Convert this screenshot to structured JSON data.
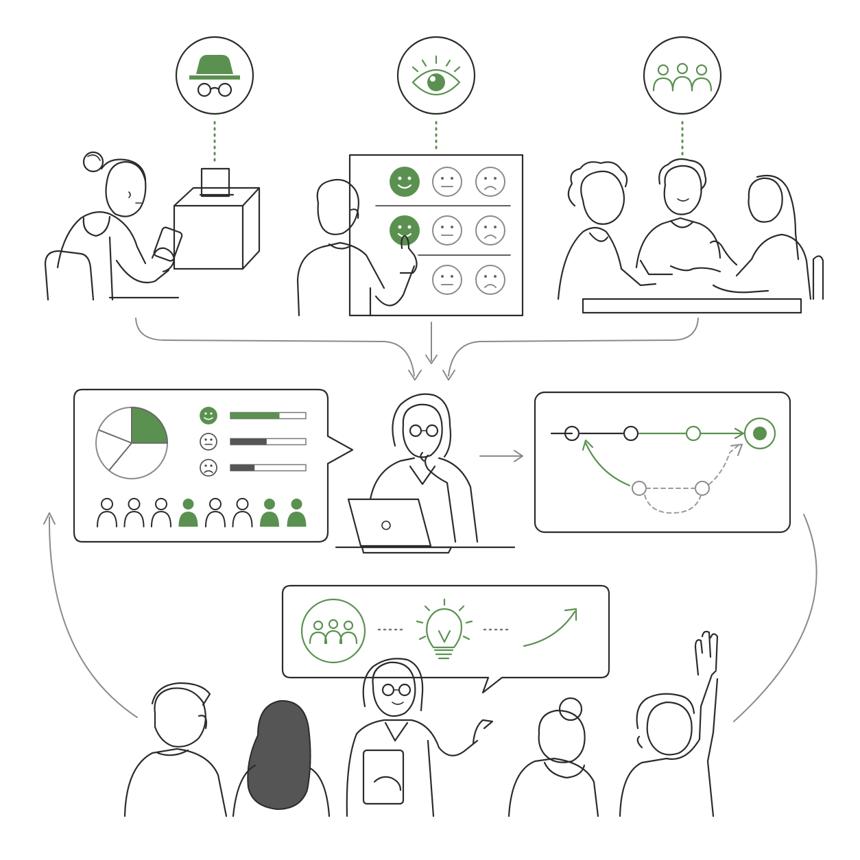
{
  "colors": {
    "accent": "#5a9150",
    "line": "#2b2b2b",
    "arrow": "#8a8a8a",
    "bar_dark": "#555555"
  },
  "icons": {
    "top_left": "incognito-hat-glasses-icon",
    "top_middle": "eye-icon",
    "top_right": "group-people-icon",
    "bottom_bubble": [
      "group-people-icon",
      "lightbulb-icon",
      "upward-trend-arrow-icon"
    ]
  },
  "survey_board": {
    "rows": [
      {
        "selected": "happy",
        "faces": [
          "happy",
          "neutral",
          "sad"
        ]
      },
      {
        "selected": "happy",
        "faces": [
          "happy",
          "neutral",
          "sad"
        ]
      },
      {
        "selected": null,
        "faces": [
          "neutral",
          "sad"
        ]
      }
    ]
  },
  "results_panel": {
    "pie_highlight_share": 0.25,
    "sentiment_bars": [
      {
        "face": "happy",
        "fill": 0.65,
        "color": "accent"
      },
      {
        "face": "neutral",
        "fill": 0.48,
        "color": "dark"
      },
      {
        "face": "sad",
        "fill": 0.32,
        "color": "dark"
      }
    ],
    "people_row": [
      false,
      false,
      false,
      true,
      false,
      false,
      true,
      true
    ]
  },
  "path_panel": {
    "nodes": 4,
    "detour_nodes": 2
  }
}
